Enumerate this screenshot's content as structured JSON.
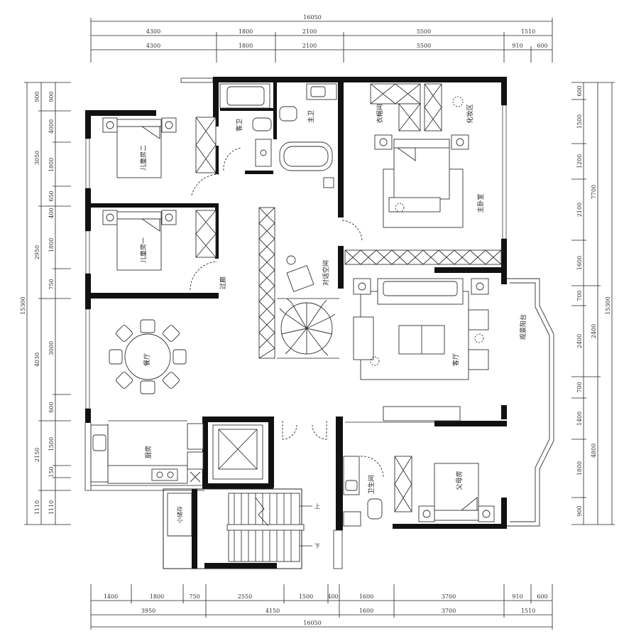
{
  "dimensions": {
    "top_total": "16050",
    "top_row1": [
      "4300",
      "1800",
      "2100",
      "5500",
      "1510"
    ],
    "top_row2": [
      "4300",
      "1800",
      "2100",
      "5500",
      "910",
      "600"
    ],
    "bottom_row1": [
      "1400",
      "1800",
      "750",
      "2550",
      "1500",
      "400",
      "1600",
      "3700",
      "910",
      "600"
    ],
    "bottom_row2": [
      "3950",
      "4150",
      "1600",
      "3700",
      "1510"
    ],
    "bottom_total": "16050",
    "left_total": "15300",
    "left_inner": [
      "900",
      "4000",
      "3050",
      "1800",
      "650",
      "400",
      "2950",
      "1800",
      "750",
      "4030",
      "3000",
      "600",
      "2150",
      "1500",
      "150",
      "1110",
      "1110"
    ],
    "right_total": "15300",
    "right_inner": [
      "600",
      "1500",
      "1200",
      "2100",
      "1600",
      "700",
      "2400",
      "700",
      "1400",
      "1800",
      "900"
    ],
    "right_group": [
      "7700",
      "2400",
      "4800"
    ]
  },
  "rooms": {
    "guest_bath": "客卫",
    "master_bath": "主卫",
    "wardrobe": "衣帽间",
    "vanity": "化妆区",
    "kids_room_2": "儿童房二",
    "kids_room_1": "儿童房一",
    "master_bedroom": "主卧室",
    "corridor": "过廊",
    "chat_space": "对话空间",
    "dining": "餐厅",
    "living": "客厅",
    "balcony": "观景阳台",
    "kitchen": "厨房",
    "bathroom": "卫生间",
    "parents_room": "父母房",
    "storage": "小储存",
    "stair_up": "上",
    "stair_down": "下"
  }
}
